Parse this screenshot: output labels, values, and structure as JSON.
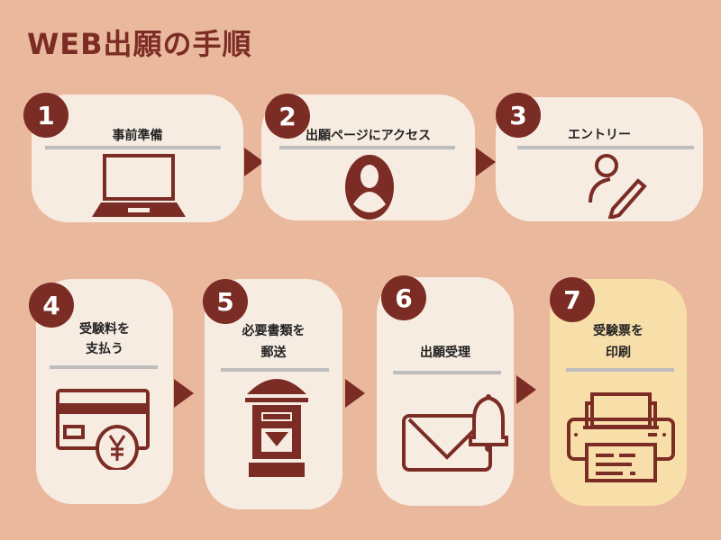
{
  "title": "WEB出願の手順",
  "steps": [
    {
      "number": "1",
      "label": "事前準備",
      "icon": "laptop-icon"
    },
    {
      "number": "2",
      "label": "出願ページにアクセス",
      "icon": "user-avatar-icon"
    },
    {
      "number": "3",
      "label": "エントリー",
      "icon": "user-edit-icon"
    },
    {
      "number": "4",
      "label_line1": "受験料を",
      "label_line2": "支払う",
      "icon": "credit-card-yen-icon"
    },
    {
      "number": "5",
      "label_line1": "必要書類を",
      "label_line2": "郵送",
      "icon": "postbox-icon"
    },
    {
      "number": "6",
      "label": "出願受理",
      "icon": "mail-notification-icon"
    },
    {
      "number": "7",
      "label_line1": "受験票を",
      "label_line2": "印刷",
      "icon": "printer-icon"
    }
  ],
  "colors": {
    "background": "#EAB89D",
    "accent": "#7B2C24",
    "card": "#F7ECE2",
    "highlight": "#F8DFAA"
  }
}
